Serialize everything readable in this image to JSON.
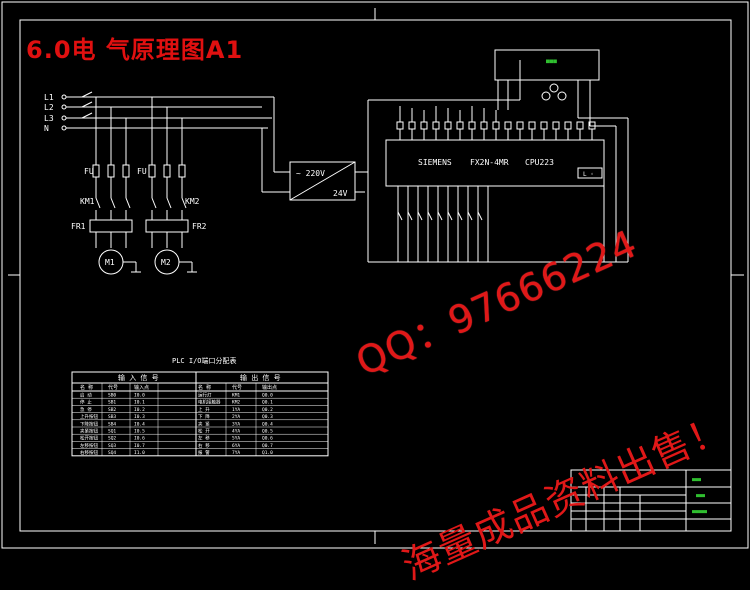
{
  "title": "6.0电 气原理图A1",
  "watermark": {
    "qq": "QQ：97666224",
    "sale": "海量成品资料出售！"
  },
  "power": {
    "lines": [
      "L1",
      "L2",
      "L3",
      "N"
    ],
    "fuse": "FU",
    "km1": "KM1",
    "km2": "KM2",
    "fr1": "FR1",
    "fr2": "FR2",
    "m1": "M1",
    "m2": "M2"
  },
  "psu": {
    "in": "~ 220V",
    "out": "24V"
  },
  "plc": {
    "brand": "SIEMENS",
    "model": "FX2N-4MR",
    "cpu": "CPU223",
    "lamp": "L  ◦"
  },
  "colors": {
    "line": "#ffffff",
    "title": "#e01010",
    "watermark": "#e01818",
    "label": "#ffff40",
    "accent": "#30c030"
  },
  "table": {
    "caption": "PLC I/O端口分配表",
    "in_header": "输 入 信 号",
    "out_header": "输 出 信 号",
    "cols": [
      "名 称",
      "代号",
      "输入点",
      "名 称",
      "代号",
      "输出点"
    ],
    "rows": [
      [
        "启 动",
        "SB0",
        "I0.0",
        "运行灯",
        "KM1",
        "Q0.0"
      ],
      [
        "停 止",
        "SB1",
        "I0.1",
        "电机接触器",
        "KM2",
        "Q0.1"
      ],
      [
        "急 停",
        "SB2",
        "I0.2",
        "上 升",
        "1YA",
        "Q0.2"
      ],
      [
        "上升按钮",
        "SB3",
        "I0.3",
        "下 降",
        "2YA",
        "Q0.3"
      ],
      [
        "下降按钮",
        "SB4",
        "I0.4",
        "夹 紧",
        "3YA",
        "Q0.4"
      ],
      [
        "夹紧按钮",
        "SQ1",
        "I0.5",
        "松 开",
        "4YA",
        "Q0.5"
      ],
      [
        "松开按钮",
        "SQ2",
        "I0.6",
        "左 移",
        "5YA",
        "Q0.6"
      ],
      [
        "左移按钮",
        "SQ3",
        "I0.7",
        "右 移",
        "6YA",
        "Q0.7"
      ],
      [
        "右移按钮",
        "SQ4",
        "I1.0",
        "报 警",
        "7YA",
        "Q1.0"
      ]
    ]
  }
}
